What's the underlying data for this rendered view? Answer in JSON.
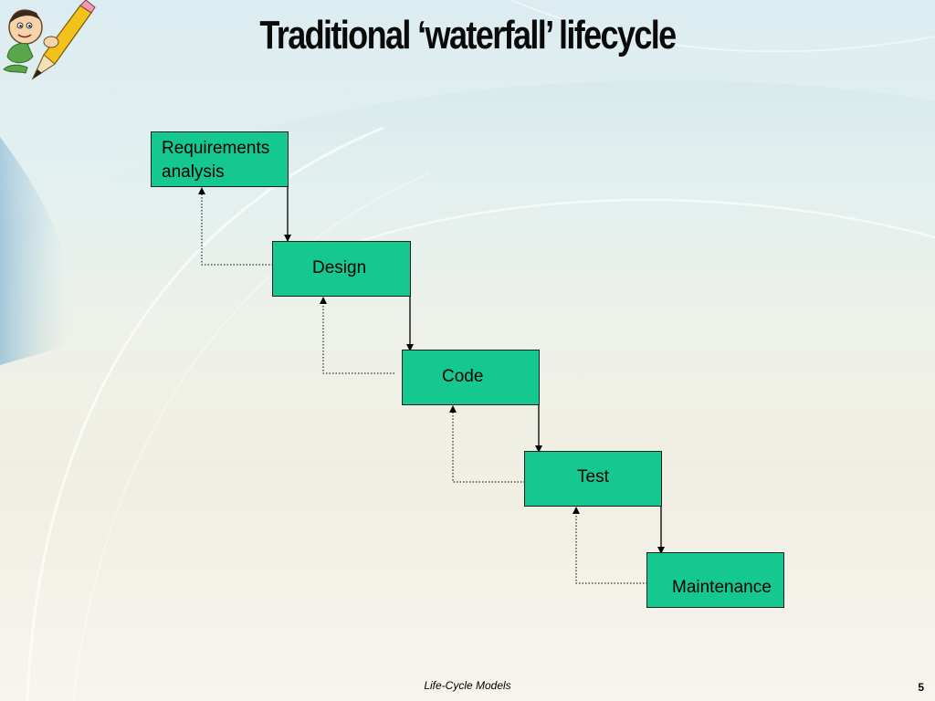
{
  "slide": {
    "title": "Traditional ‘waterfall’ lifecycle",
    "footer": "Life-Cycle Models",
    "page_number": "5"
  },
  "logo": {
    "icon": "cartoon-pencil-character-icon"
  },
  "diagram": {
    "box_color": "#14c890",
    "stages": [
      {
        "line1": "Requirements",
        "line2": "analysis"
      },
      {
        "line1": "Design"
      },
      {
        "line1": "Code"
      },
      {
        "line1": "Test"
      },
      {
        "line1": "Maintenance"
      }
    ]
  }
}
